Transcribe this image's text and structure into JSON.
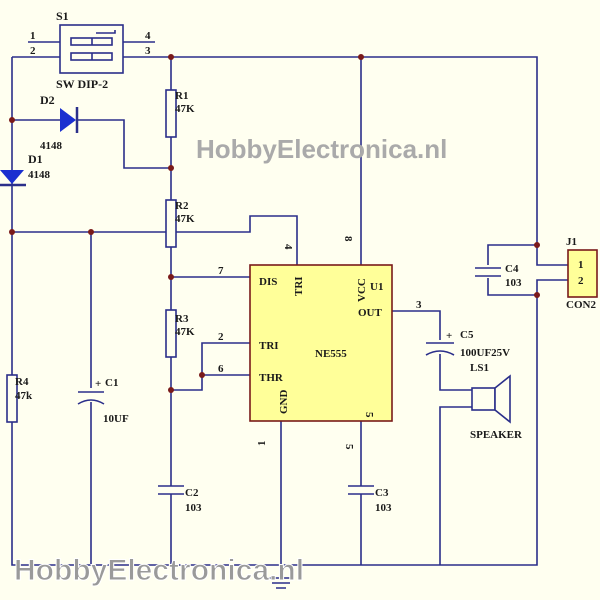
{
  "s1": {
    "ref": "S1",
    "value": "SW DIP-2",
    "pins": [
      "1",
      "2",
      "3",
      "4"
    ]
  },
  "d1": {
    "ref": "D1",
    "value": "4148"
  },
  "d2": {
    "ref": "D2",
    "value": "4148"
  },
  "r1": {
    "ref": "R1",
    "value": "47K"
  },
  "r2": {
    "ref": "R2",
    "value": "47K"
  },
  "r3": {
    "ref": "R3",
    "value": "47K"
  },
  "r4": {
    "ref": "R4",
    "value": "47k"
  },
  "c1": {
    "ref": "C1",
    "value": "10UF",
    "polarity": "+"
  },
  "c2": {
    "ref": "C2",
    "value": "103"
  },
  "c3": {
    "ref": "C3",
    "value": "103"
  },
  "c4": {
    "ref": "C4",
    "value": "103"
  },
  "c5": {
    "ref": "C5",
    "value": "100UF25V",
    "polarity": "+"
  },
  "u1": {
    "ref": "U1",
    "value": "NE555",
    "pin_labels": {
      "dis": "DIS",
      "tri_top": "TRI",
      "vcc": "VCC",
      "out": "OUT",
      "tri": "TRI",
      "thr": "THR",
      "gnd": "GND",
      "five": "5"
    },
    "pins": {
      "p1": "1",
      "p2": "2",
      "p3": "3",
      "p4": "4",
      "p5": "5",
      "p6": "6",
      "p7": "7",
      "p8": "8"
    }
  },
  "ls1": {
    "ref": "LS1",
    "value": "SPEAKER"
  },
  "j1": {
    "ref": "J1",
    "value": "CON2",
    "pins": [
      "1",
      "2"
    ]
  },
  "watermark": "HobbyElectronica.nl",
  "colors": {
    "wire": "#2b2f8a",
    "junction": "#7a1a1a",
    "chip_fill": "#ffff99",
    "background": "#fffff0"
  }
}
